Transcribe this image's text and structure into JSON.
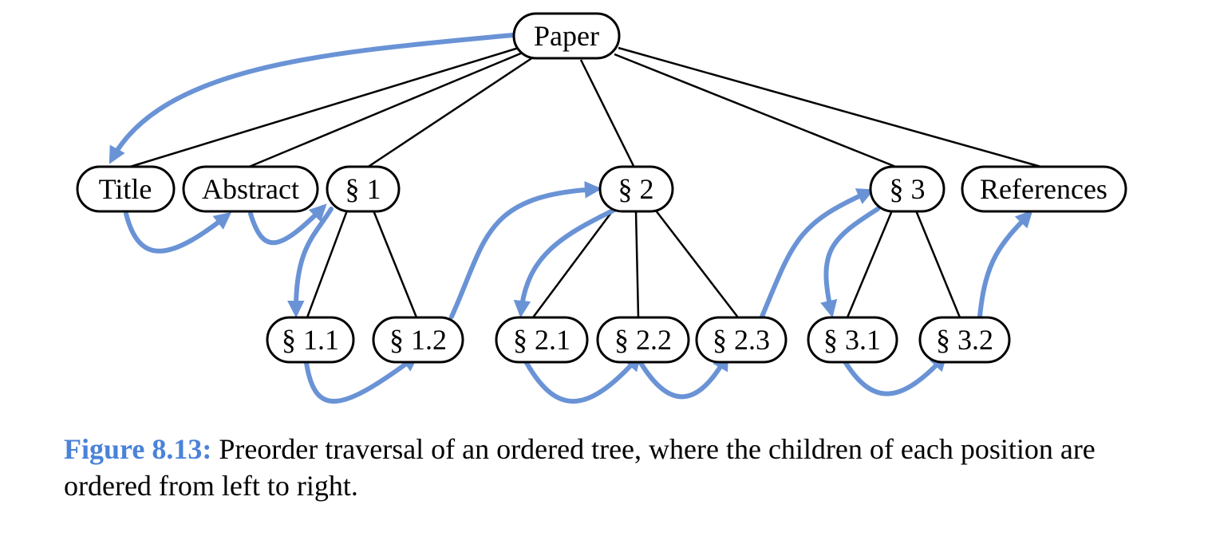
{
  "colors": {
    "traversal": "#6a93d6",
    "caption_label": "#4a82d8"
  },
  "nodes": {
    "paper": "Paper",
    "title": "Title",
    "abstract": "Abstract",
    "s1": "§ 1",
    "s2": "§ 2",
    "s3": "§ 3",
    "references": "References",
    "s11": "§ 1.1",
    "s12": "§ 1.2",
    "s21": "§ 2.1",
    "s22": "§ 2.2",
    "s23": "§ 2.3",
    "s31": "§ 3.1",
    "s32": "§ 3.2"
  },
  "caption": {
    "label": "Figure 8.13:",
    "text": "Preorder traversal of an ordered tree, where the children of each position are ordered from left to right."
  }
}
